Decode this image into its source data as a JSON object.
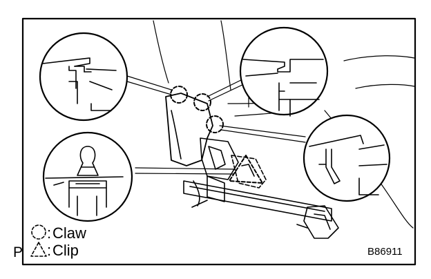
{
  "legend": {
    "claw": {
      "symbol": "dashed-circle-icon",
      "label": "Claw"
    },
    "clip": {
      "symbol": "dashed-triangle-icon",
      "label": "Clip"
    }
  },
  "figure_id": "B86911",
  "page_letter": "P",
  "colors": {
    "line": "#000000",
    "background": "#ffffff"
  }
}
